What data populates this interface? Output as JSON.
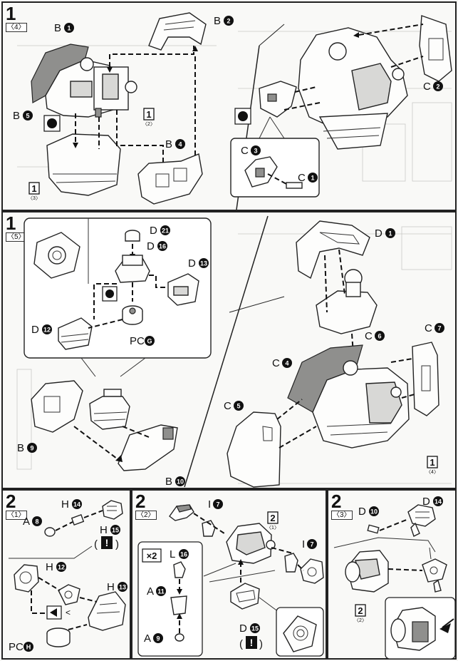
{
  "steps": {
    "s1_4": {
      "num": "1",
      "sub": "〈4〉"
    },
    "s1_5": {
      "num": "1",
      "sub": "〈5〉"
    },
    "s2_1": {
      "num": "2",
      "sub": "〈1〉"
    },
    "s2_2": {
      "num": "2",
      "sub": "〈2〉"
    },
    "s2_3": {
      "num": "2",
      "sub": "〈3〉"
    }
  },
  "refs": {
    "r1_2": {
      "num": "1",
      "sub": "〈2〉"
    },
    "r1_3": {
      "num": "1",
      "sub": "〈3〉"
    },
    "r1_4": {
      "num": "1",
      "sub": "〈4〉"
    },
    "r2_1": {
      "num": "2",
      "sub": "〈1〉"
    },
    "r2_2": {
      "num": "2",
      "sub": "〈2〉"
    }
  },
  "parts": {
    "B1": {
      "letter": "B",
      "num": "1"
    },
    "B2": {
      "letter": "B",
      "num": "2"
    },
    "B4": {
      "letter": "B",
      "num": "4"
    },
    "B5": {
      "letter": "B",
      "num": "5"
    },
    "B9": {
      "letter": "B",
      "num": "9"
    },
    "B10": {
      "letter": "B",
      "num": "10"
    },
    "C1": {
      "letter": "C",
      "num": "1"
    },
    "C2": {
      "letter": "C",
      "num": "2"
    },
    "C3": {
      "letter": "C",
      "num": "3"
    },
    "C4": {
      "letter": "C",
      "num": "4"
    },
    "C5": {
      "letter": "C",
      "num": "5"
    },
    "C6": {
      "letter": "C",
      "num": "6"
    },
    "C7": {
      "letter": "C",
      "num": "7"
    },
    "D1": {
      "letter": "D",
      "num": "1"
    },
    "D10": {
      "letter": "D",
      "num": "10"
    },
    "D12": {
      "letter": "D",
      "num": "12"
    },
    "D13": {
      "letter": "D",
      "num": "13"
    },
    "D14": {
      "letter": "D",
      "num": "14"
    },
    "D15": {
      "letter": "D",
      "num": "15"
    },
    "D16": {
      "letter": "D",
      "num": "16"
    },
    "D21": {
      "letter": "D",
      "num": "21"
    },
    "PCG": {
      "letter": "PC",
      "num": "G"
    },
    "PCH": {
      "letter": "PC",
      "num": "H"
    },
    "A8": {
      "letter": "A",
      "num": "8"
    },
    "A9": {
      "letter": "A",
      "num": "9"
    },
    "A11": {
      "letter": "A",
      "num": "11"
    },
    "H12": {
      "letter": "H",
      "num": "12"
    },
    "H13": {
      "letter": "H",
      "num": "13"
    },
    "H14": {
      "letter": "H",
      "num": "14"
    },
    "H15": {
      "letter": "H",
      "num": "15"
    },
    "I7a": {
      "letter": "I",
      "num": "7"
    },
    "I7b": {
      "letter": "I",
      "num": "7"
    },
    "L16": {
      "letter": "L",
      "num": "16"
    }
  },
  "multiplier": "×2",
  "caution_mark": "!",
  "colors": {
    "ink": "#111111",
    "paper": "#f6f6f4",
    "grey_part": "#8f8f8d"
  },
  "icons": [
    "caution-icon",
    "paint-marker-icon",
    "cut-mark-icon",
    "arrow-icon"
  ]
}
